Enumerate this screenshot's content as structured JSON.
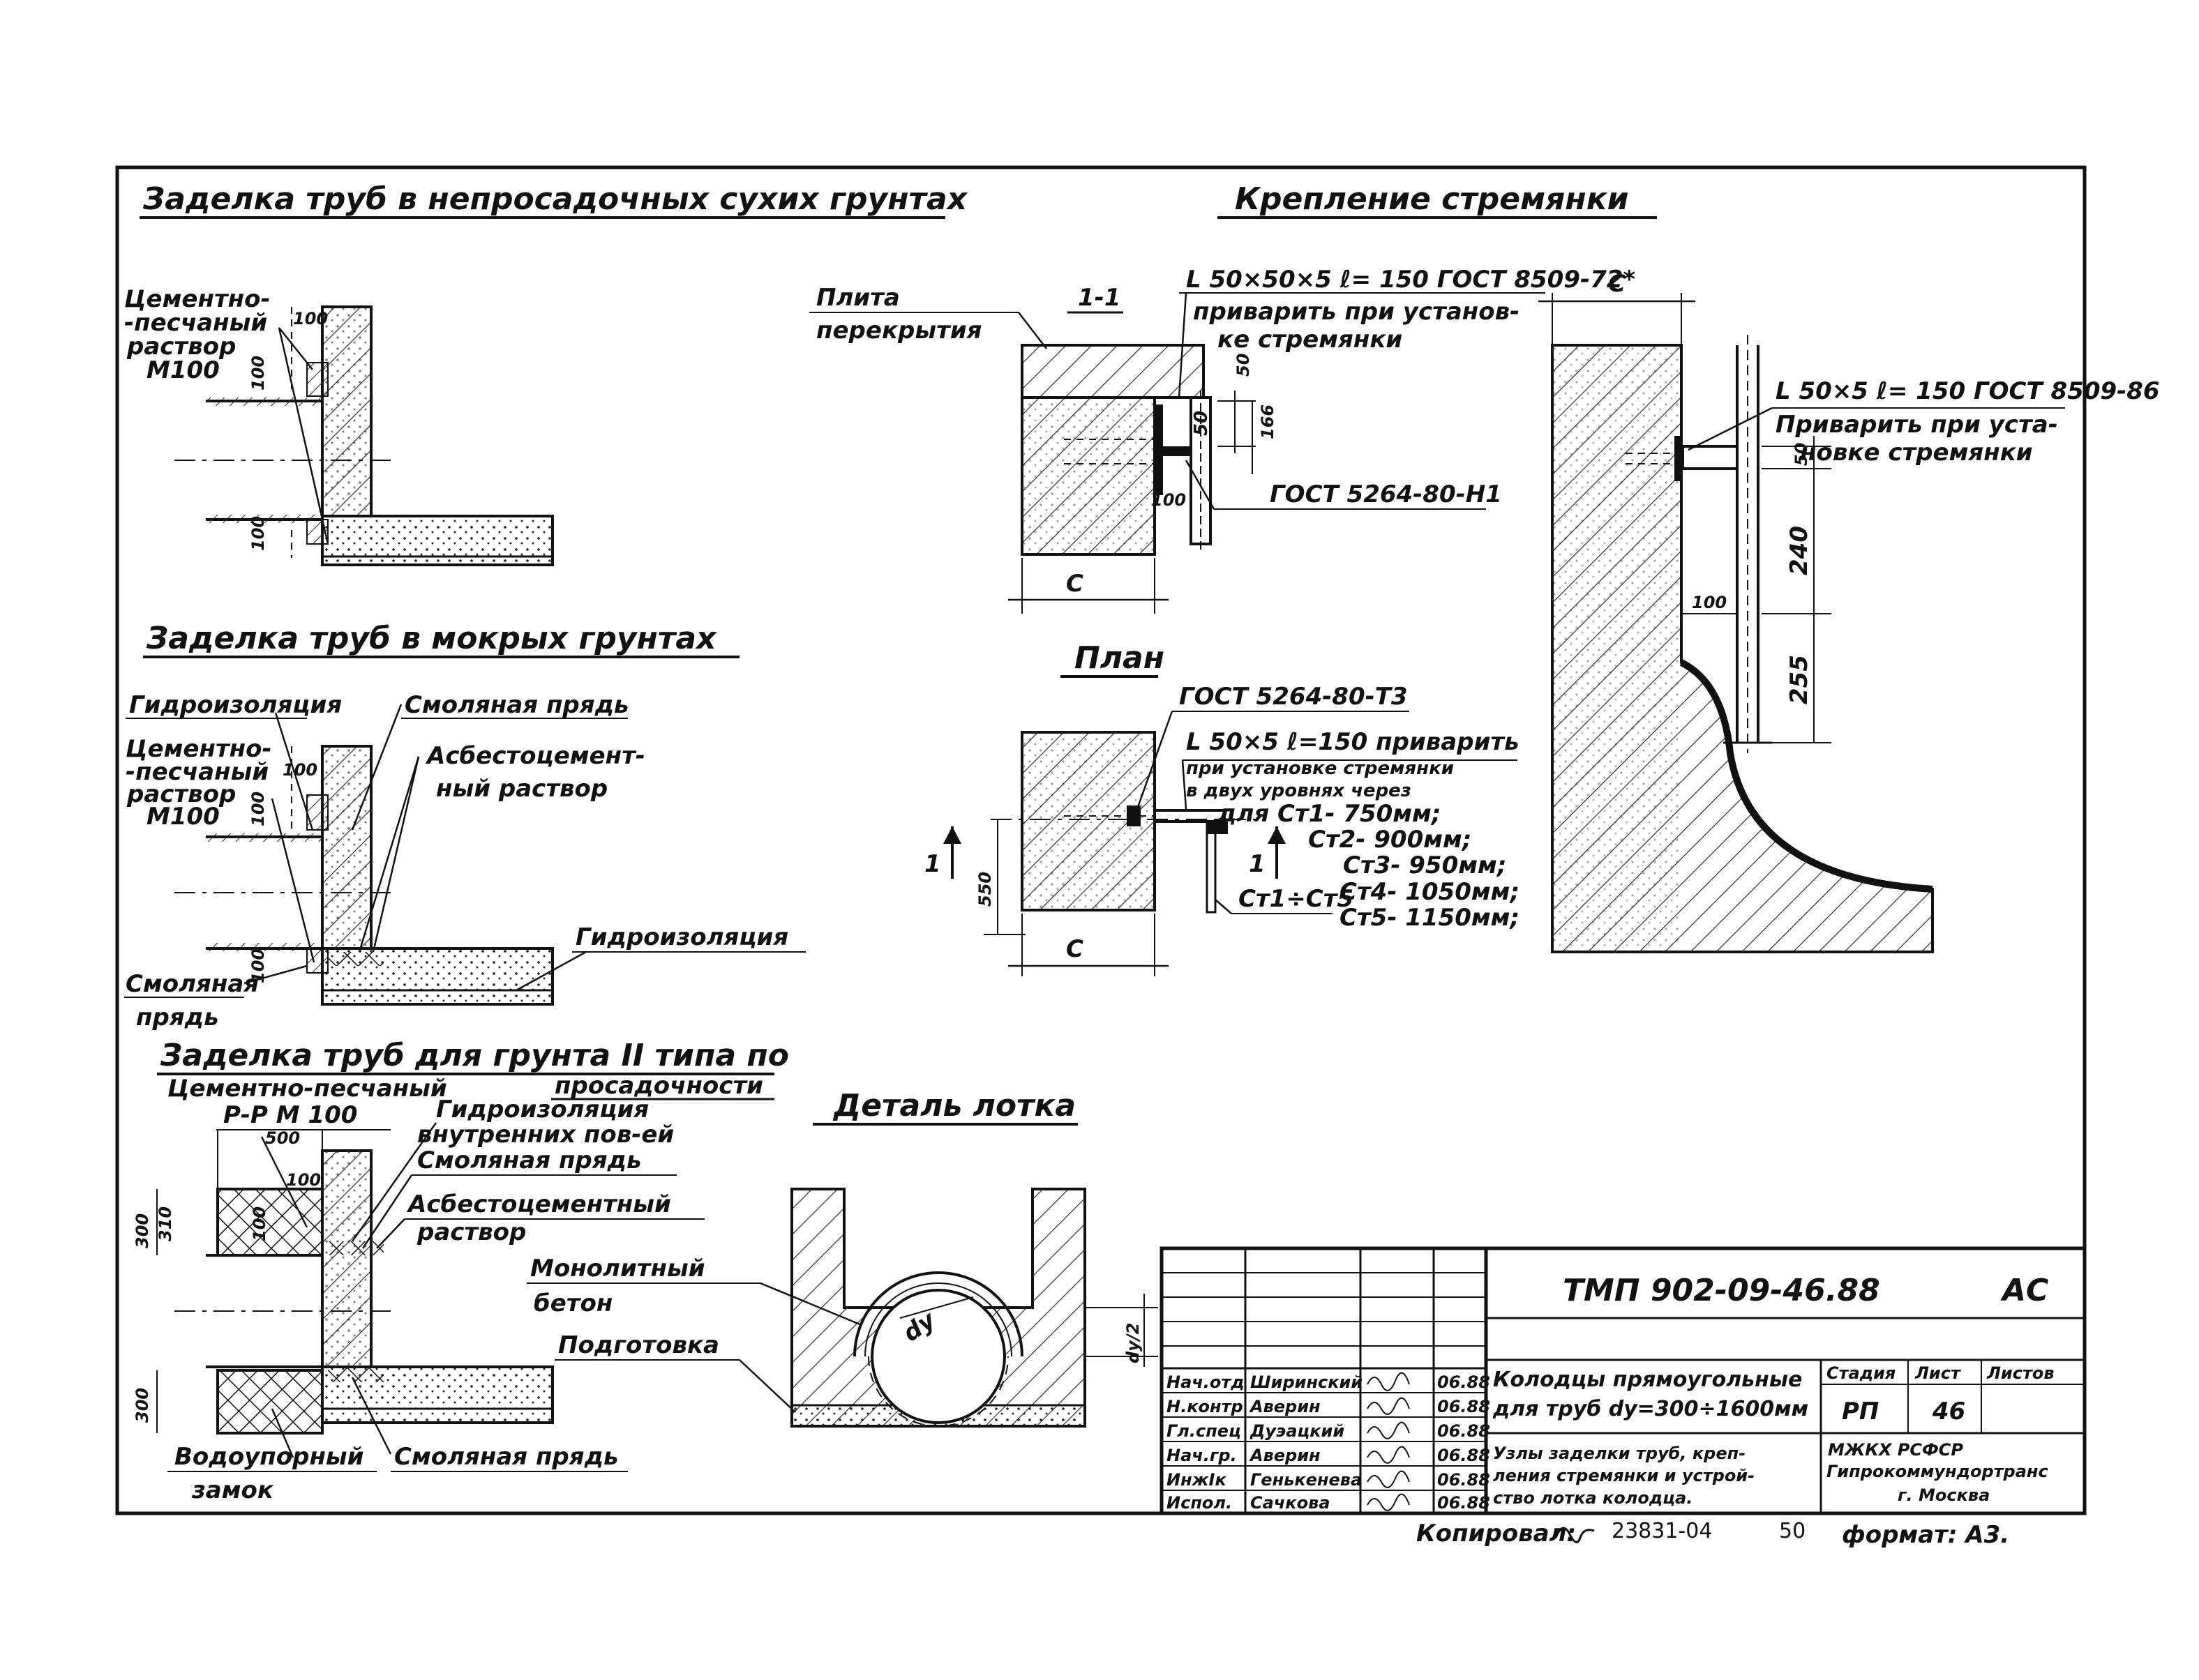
{
  "sections": {
    "dry": {
      "title": "Заделка труб в непросадочных сухих грунтах",
      "l1": "Цементно-",
      "l2": "-песчаный",
      "l3": "раствор",
      "l4": "М100",
      "d100": "100",
      "d1": "100",
      "d2": "100"
    },
    "wet": {
      "title": "Заделка труб в мокрых грунтах",
      "hydro1": "Гидроизоляция",
      "rope": "Смоляная прядь",
      "asb1": "Асбестоцемент-",
      "asb2": "ный раствор",
      "c1": "Цементно-",
      "c2": "-песчаный",
      "c3": "раствор",
      "c4": "М100",
      "hydro2": "Гидроизоляция",
      "rope2a": "Смоляная",
      "rope2b": "прядь",
      "d100": "100",
      "d1": "100",
      "d2": "100"
    },
    "type2": {
      "title": "Заделка труб для грунта II типа по",
      "title2": "просадочности",
      "cp": "Цементно-песчаный",
      "rp": "Р-Р  М 100",
      "d500": "500",
      "hyd1": "Гидроизоляция",
      "hyd2": "внутренних пов-ей",
      "rope": "Смоляная прядь",
      "asb": "Асбестоцементный",
      "sol": "раствор",
      "rope2": "Смоляная прядь",
      "lock1": "Водоупорный",
      "lock2": "замок",
      "d300a": "300",
      "d300b": "300",
      "d100": "100",
      "d310": "310",
      "d100b": "100"
    },
    "ladder": {
      "title": "Крепление стремянки",
      "sec": "1-1",
      "slab1": "Плита",
      "slab2": "перекрытия",
      "angle1": "L 50×50×5 ℓ= 150 ГОСТ 8509-72*",
      "weld1": "приварить при установ-",
      "weld2": "ке стремянки",
      "gost": "ГОСТ 5264-80-Н1",
      "c": "С",
      "d50": "50",
      "d166": "166",
      "d50b": "50",
      "d100": "100"
    },
    "plan": {
      "title": "План",
      "gost": "ГОСТ 5264-80-Т3",
      "a1": "L 50×5 ℓ=150 приварить",
      "a2": "при установке стремянки",
      "a3": "в двух уровнях через",
      "s1": "для Ст1- 750мм;",
      "s2": "Ст2- 900мм;",
      "s3": "Ст3- 950мм;",
      "s4": "Ст4- 1050мм;",
      "s5": "Ст5- 1150мм;",
      "st": "Ст1÷Ст5",
      "cut": "1",
      "d550": "550",
      "c": "С"
    },
    "right": {
      "c": "С",
      "angle": "L 50×5 ℓ= 150 ГОСТ 8509-86",
      "w1": "Приварить при уста-",
      "w2": "новке стремянки",
      "d50": "50",
      "d240": "240",
      "d100": "100",
      "d255": "255"
    },
    "tray": {
      "title": "Деталь лотка",
      "mono1": "Монолитный",
      "mono2": "бетон",
      "prep": "Подготовка",
      "dy": "dy",
      "dy2": "dy/2"
    }
  },
  "title_block": {
    "code": "ТМП 902-09-46.88",
    "mark": "АС",
    "h_stage": "Стадия",
    "h_sheet": "Лист",
    "h_sheets": "Листов",
    "stage": "РП",
    "sheet": "46",
    "proj1": "Колодцы прямоугольные",
    "proj2": "для труб dy=300÷1600мм",
    "sh1": "Узлы заделки труб, креп-",
    "sh2": "ления стремянки и устрой-",
    "sh3": "ство лотка колодца.",
    "org1": "МЖКХ        РСФСР",
    "org2": "Гипрокоммундортранс",
    "org3": "г. Москва",
    "roles": [
      {
        "role": "Нач.отд",
        "name": "Ширинский",
        "date": "06.88"
      },
      {
        "role": "Н.контр",
        "name": "Аверин",
        "date": "06.88"
      },
      {
        "role": "Гл.спец",
        "name": "Дуэацкий",
        "date": "06.88"
      },
      {
        "role": "Нач.гр.",
        "name": "Аверин",
        "date": "06.88"
      },
      {
        "role": "ИнжIк",
        "name": "Генькенева",
        "date": "06.88"
      },
      {
        "role": "Испол.",
        "name": "Сачкова",
        "date": "06.88"
      }
    ]
  },
  "footer": {
    "copied": "Копировал:",
    "num": "23831-04",
    "page": "50",
    "format": "формат: А3."
  }
}
